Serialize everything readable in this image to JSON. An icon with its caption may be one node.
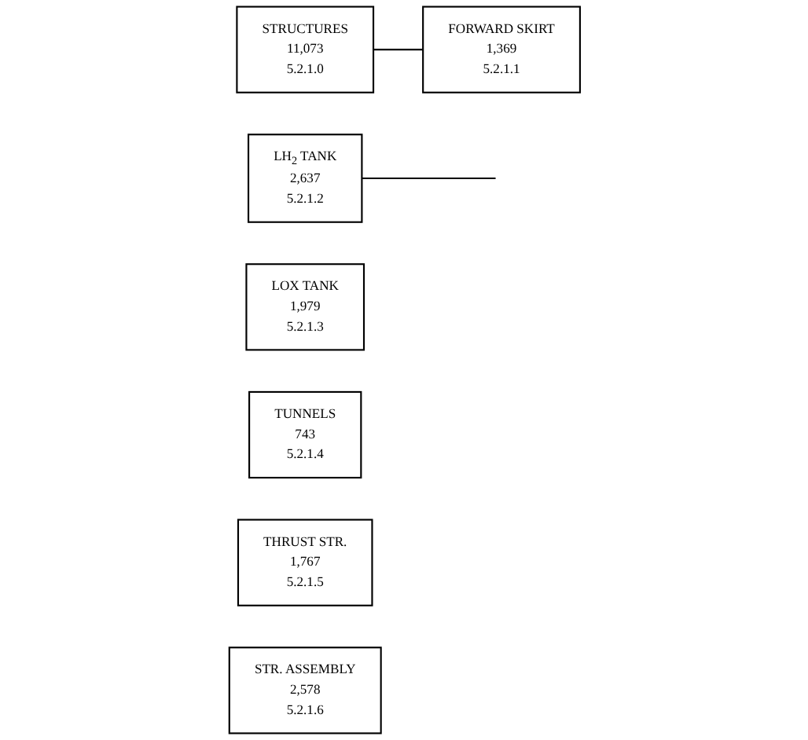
{
  "diagram": {
    "nodes": [
      {
        "text": [
          "STRUCTURES",
          "11,073",
          "5.2.1.0"
        ]
      },
      {
        "text": [
          "FORWARD SKIRT",
          "1,369",
          "5.2.1.1"
        ]
      },
      {
        "text": [
          "LH$_{2}$ TANK",
          "2,637",
          "5.2.1.2"
        ]
      },
      {
        "text": [
          "LOX TANK",
          "1,979",
          "5.2.1.3"
        ]
      },
      {
        "text": [
          "TUNNELS",
          "743",
          "5.2.1.4"
        ]
      },
      {
        "text": [
          "THRUST STR.",
          "1,767",
          "5.2.1.5"
        ]
      },
      {
        "text": [
          "STR. ASSEMBLY",
          "2,578",
          "5.2.1.6"
        ]
      }
    ],
    "edges": [
      {
        "from": 0,
        "to": 1,
        "arrow": "none"
      },
      {
        "from": 2,
        "to": null,
        "arrow": "none"
      }
    ]
  }
}
